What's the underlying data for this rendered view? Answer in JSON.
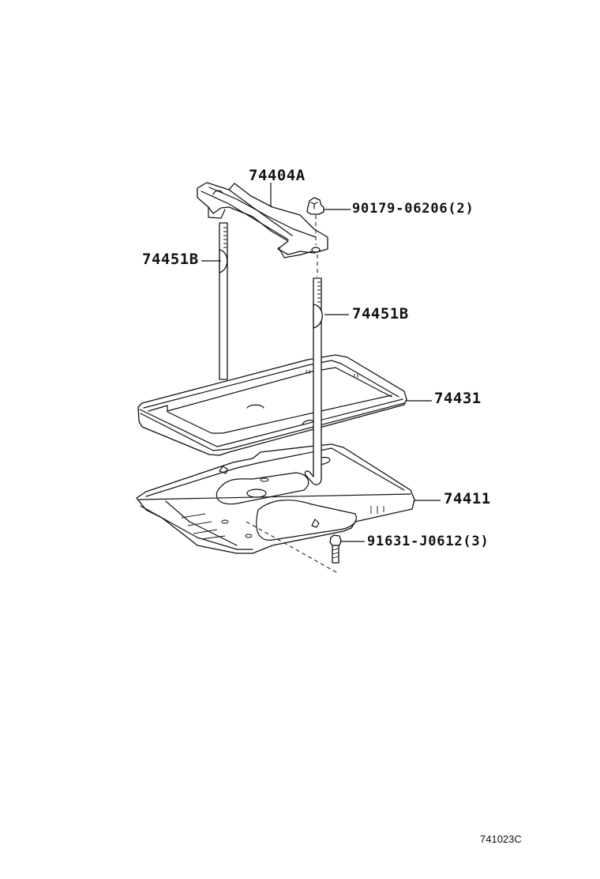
{
  "diagram": {
    "type": "exploded parts illustration",
    "subject": "battery tray and hold-down assembly",
    "reference_code": "741023C",
    "parts": [
      {
        "id": "clamp",
        "label": "74404A"
      },
      {
        "id": "nut",
        "label": "90179-06206(2)"
      },
      {
        "id": "rod_left",
        "label": "74451B"
      },
      {
        "id": "rod_right",
        "label": "74451B"
      },
      {
        "id": "tray_upper",
        "label": "74431"
      },
      {
        "id": "tray_lower",
        "label": "74411"
      },
      {
        "id": "bolt",
        "label": "91631-J0612(3)"
      }
    ]
  }
}
